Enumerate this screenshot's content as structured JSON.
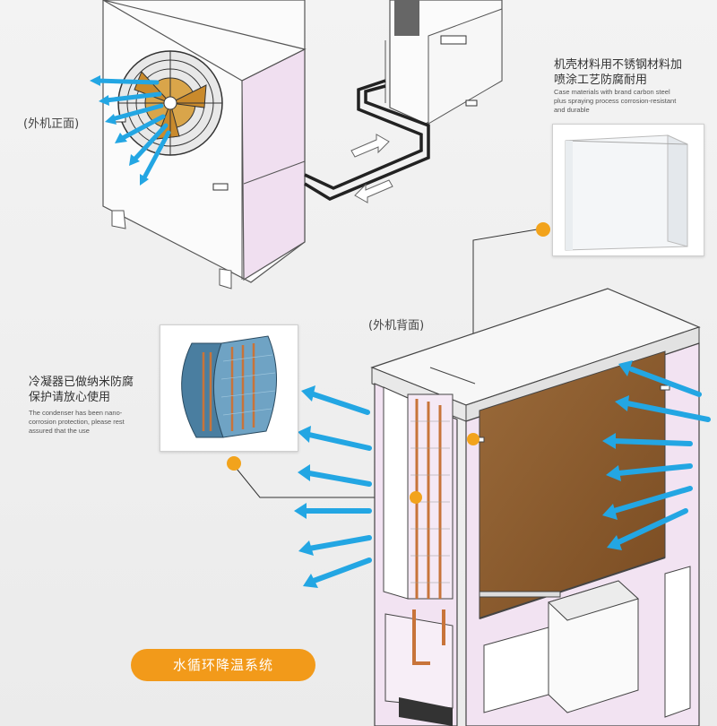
{
  "labels": {
    "front_unit": "(外机正面)",
    "rear_unit": "(外机背面)",
    "case_cn_line1": "机壳材料用不锈钢材料加",
    "case_cn_line2": "喷涂工艺防腐耐用",
    "case_en_line1": "Case materials with brand carbon steel",
    "case_en_line2": "plus spraying process corrosion-resistant",
    "case_en_line3": "and durable",
    "cond_cn_line1": "冷凝器已做纳米防腐",
    "cond_cn_line2": "保护请放心使用",
    "cond_en_line1": "The condenser has been nano-",
    "cond_en_line2": "corrosion protection, please rest",
    "cond_en_line3": "assured that the use",
    "system_title": "水循环降温系统"
  },
  "colors": {
    "airflow": "#2aa8e0",
    "accent": "#f29a1a",
    "panel_pink": "#f0dff0",
    "wet_pad": "#8b5a2b",
    "copper": "#c8743a"
  },
  "icons": [
    "airflow-arrow-icon",
    "flow-direction-arrow-icon",
    "callout-dot-icon"
  ]
}
